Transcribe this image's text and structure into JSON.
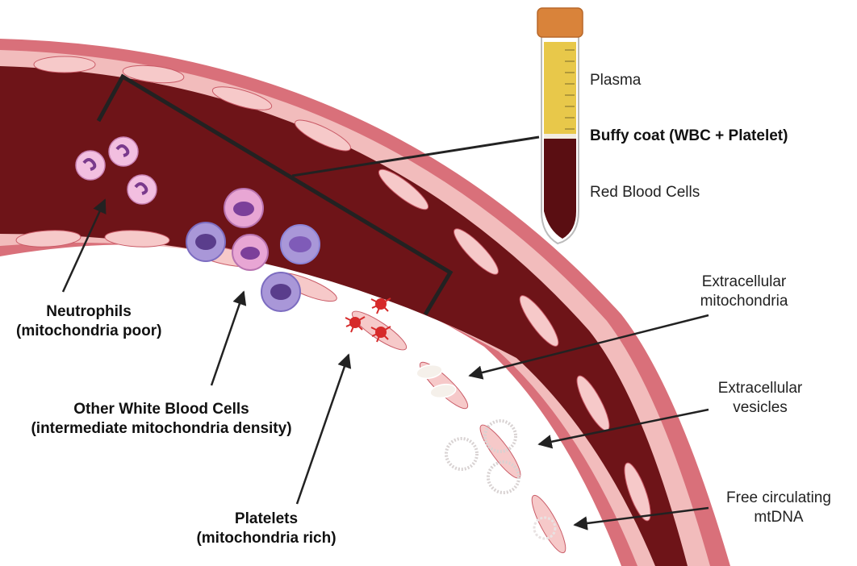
{
  "tube": {
    "plasma": "Plasma",
    "buffy_coat": "Buffy coat (WBC + Platelet)",
    "red_blood_cells": "Red Blood Cells"
  },
  "labels": {
    "neutrophils": {
      "line1": "Neutrophils",
      "line2": "(mitochondria poor)"
    },
    "other_wbc": {
      "line1": "Other White Blood Cells",
      "line2": "(intermediate mitochondria density)"
    },
    "platelets": {
      "line1": "Platelets",
      "line2": "(mitochondria rich)"
    },
    "extracellular_mitochondria": {
      "line1": "Extracellular",
      "line2": "mitochondria"
    },
    "extracellular_vesicles": {
      "line1": "Extracellular",
      "line2": "vesicles"
    },
    "free_mtdna": {
      "line1": "Free circulating",
      "line2": "mtDNA"
    }
  },
  "colors": {
    "vessel_wall": "#d9707a",
    "endothelium": "#f2bcbc",
    "blood": "#6e1418",
    "plasma": "#e8c84a",
    "red_cells": "#5a0e12",
    "tube_cap": "#d9833a",
    "neutrophil": "#e9a8d0",
    "wbc_pink": "#e8a6d4",
    "wbc_purple": "#a997d8",
    "platelet": "#d62a2a",
    "line": "#222222"
  }
}
